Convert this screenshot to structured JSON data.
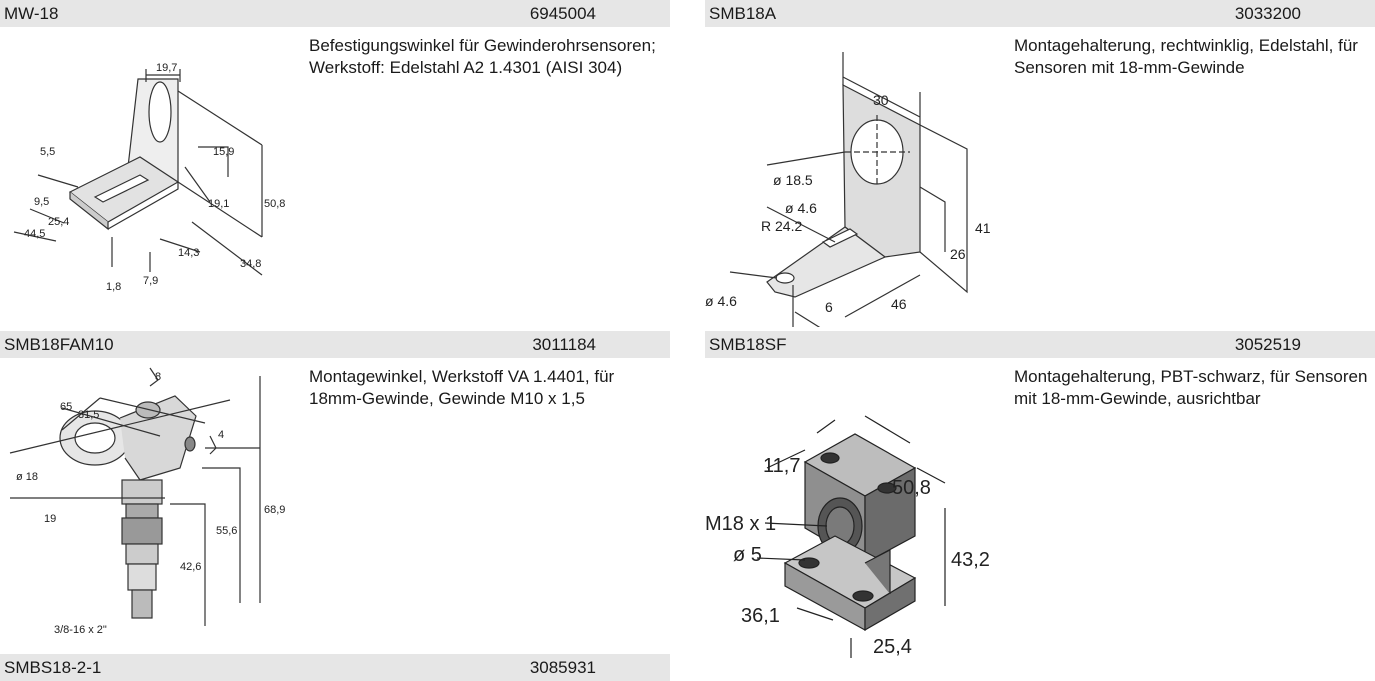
{
  "products": [
    {
      "name": "MW-18",
      "number": "6945004",
      "description": "Befestigungswinkel für Gewinderohrsensoren; Werkstoff: Edelstahl A2 1.4301 (AISI 304)",
      "dims": [
        "19,7",
        "5,5",
        "15,9",
        "19,1",
        "50,8",
        "9,5",
        "25,4",
        "44,5",
        "14,3",
        "34,8",
        "1,8",
        "7,9"
      ]
    },
    {
      "name": "SMB18A",
      "number": "3033200",
      "description": "Montagehalterung, rechtwinklig, Edelstahl, für Sensoren mit 18-mm-Gewinde",
      "dims": [
        "30",
        "ø 18.5",
        "ø 4.6",
        "R 24.2",
        "41",
        "26",
        "ø 4.6",
        "6",
        "46"
      ]
    },
    {
      "name": "SMB18FAM10",
      "number": "3011184",
      "description": "Montagewinkel, Werkstoff VA 1.4401, für 18mm-Gewinde, Gewinde M10 x 1,5",
      "dims": [
        "8",
        "65",
        "31,5",
        "ø 18",
        "4",
        "68,9",
        "19",
        "55,6",
        "42,6",
        "3/8-16 x 2\""
      ]
    },
    {
      "name": "SMB18SF",
      "number": "3052519",
      "description": "Montagehalterung, PBT-schwarz, für Sensoren mit 18-mm-Gewinde, ausrichtbar",
      "dims": [
        "11,7",
        "50,8",
        "M18 x 1",
        "ø 5",
        "43,2",
        "36,1",
        "25,4"
      ]
    },
    {
      "name": "SMBS18-2-1",
      "number": "3085931"
    }
  ]
}
